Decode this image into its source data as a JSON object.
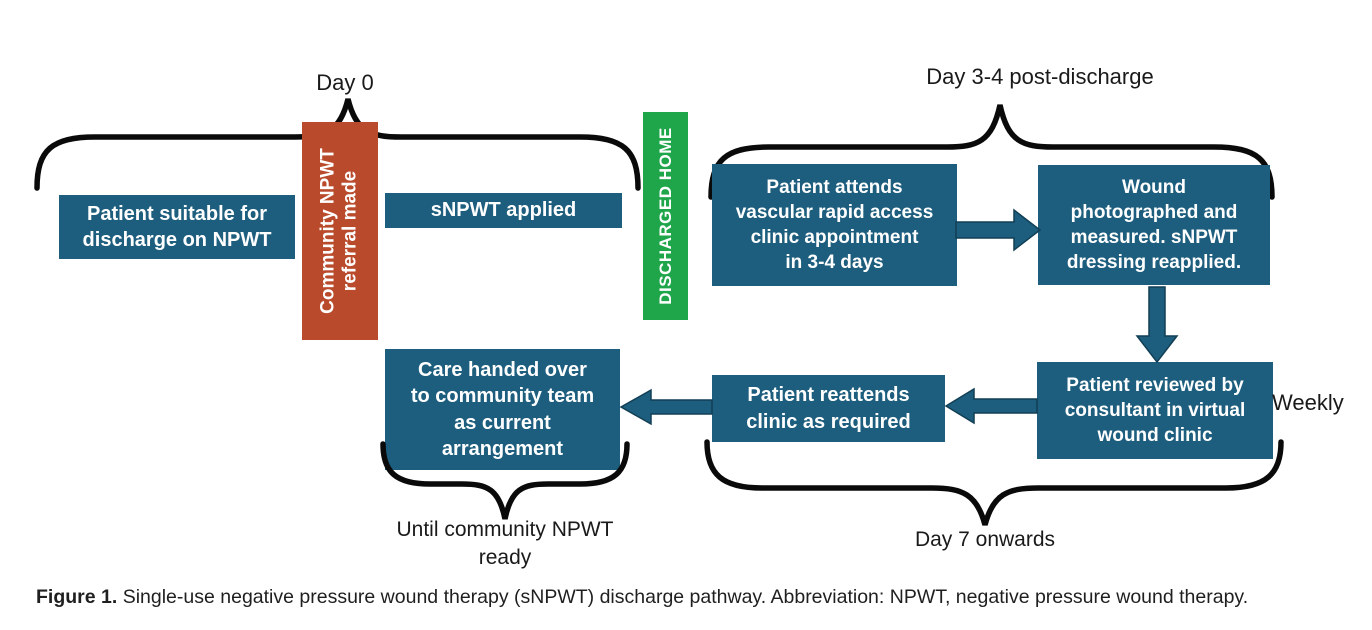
{
  "colors": {
    "box_teal": "#1d5e7e",
    "box_red": "#b94a2b",
    "box_green": "#1fa54a",
    "arrow_fill": "#1d5e7e",
    "arrow_stroke": "#123f55",
    "brace_black": "#0a0a0a",
    "text_white": "#ffffff",
    "label_black": "#1a1a1a"
  },
  "labels": {
    "day0": "Day 0",
    "day34": "Day 3-4 post-discharge",
    "weekly": "Weekly",
    "until_ready": "Until community NPWT\nready",
    "day7": "Day 7 onwards"
  },
  "nodes": {
    "patient_suitable": "Patient suitable for\ndischarge on NPWT",
    "community_referral": "Community NPWT\nreferral made",
    "snpwt_applied": "sNPWT applied",
    "discharged_home": "DISCHARGED HOME",
    "patient_attends": "Patient attends\nvascular rapid access\nclinic appointment\nin 3-4 days",
    "wound_photographed": "Wound\nphotographed and\nmeasured. sNPWT\ndressing reapplied.",
    "patient_reviewed": "Patient reviewed by\nconsultant in virtual\nwound clinic",
    "patient_reattends": "Patient reattends\nclinic as required",
    "care_handed": "Care handed over\nto community team\nas current\narrangement"
  },
  "caption": {
    "label": "Figure 1.",
    "text": " Single-use negative pressure wound therapy (sNPWT) discharge pathway. Abbreviation: NPWT, negative pressure wound therapy."
  }
}
